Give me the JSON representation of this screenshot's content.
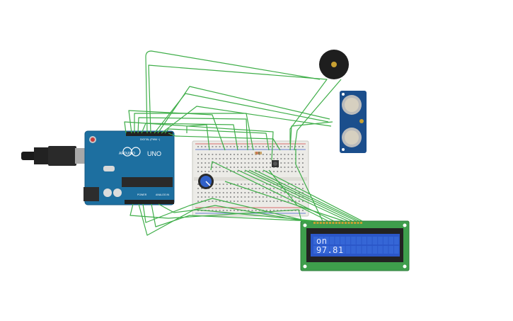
{
  "arduino": {
    "brand_label": "ARDUINO",
    "model_label": "UNO",
    "digital_label": "DIGITAL (PWM ~)",
    "power_label": "POWER",
    "analog_label": "ANALOG IN"
  },
  "lcd": {
    "line1": "on",
    "line2": "97.81"
  },
  "colors": {
    "wire": "#3fae49",
    "arduino_board": "#1d6fa0",
    "lcd_pcb": "#3e9e4c",
    "lcd_screen": "#2b57c9",
    "sensor_board": "#1b4e8c",
    "breadboard": "#ecebe7"
  }
}
